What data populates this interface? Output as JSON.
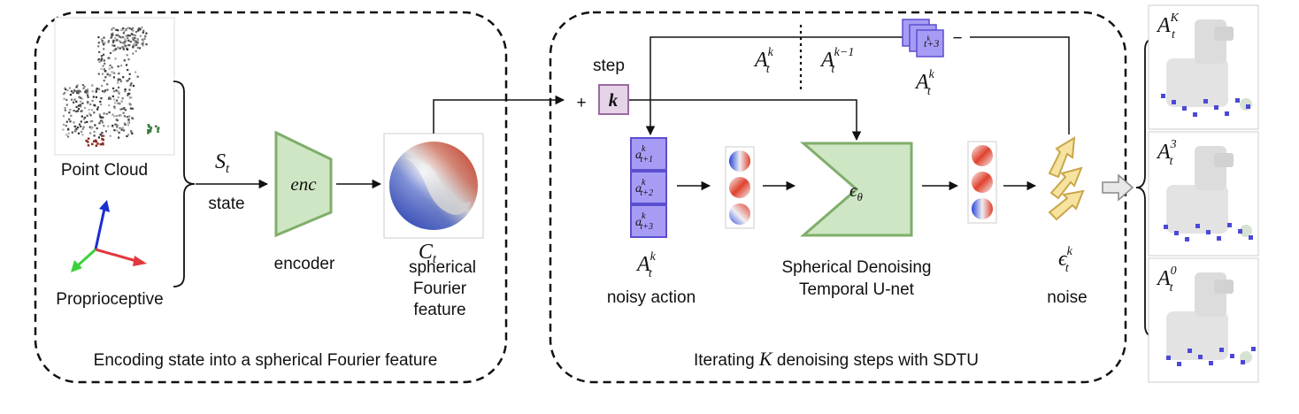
{
  "left_panel": {
    "input_pointcloud": "Point Cloud",
    "input_proprio": "Proprioceptive",
    "state_var": "S",
    "state_sub": "t",
    "state_label": "state",
    "encoder_text": "enc",
    "encoder_label": "encoder",
    "feature_var": "C",
    "feature_sub": "t",
    "feature_label_1": "spherical",
    "feature_label_2": "Fourier",
    "feature_label_3": "feature",
    "caption": "Encoding state into a spherical Fourier feature"
  },
  "right_panel": {
    "step_label": "step",
    "plus": "+",
    "step_var": "k",
    "action_cells": [
      {
        "sub": "t+1",
        "sup": "k"
      },
      {
        "sub": "t+2",
        "sup": "k"
      },
      {
        "sub": "t+3",
        "sup": "k"
      }
    ],
    "noisy_var": "A",
    "noisy_sup": "k",
    "noisy_sub": "t",
    "noisy_label": "noisy action",
    "unet_var": "ϵ",
    "unet_sub": "θ",
    "unet_label_1": "Spherical Denoising",
    "unet_label_2": "Temporal U-net",
    "noise_var": "ϵ",
    "noise_sup": "k",
    "noise_sub": "t",
    "noise_label": "noise",
    "feedback_left_var": "A",
    "feedback_left_sup": "k",
    "feedback_left_sub": "t",
    "feedback_right_var": "A",
    "feedback_right_sup": "k−1",
    "feedback_right_sub": "t",
    "stack_cell_sub": "t+3",
    "stack_cell_sup": "k",
    "stack_var": "A",
    "stack_sup": "k",
    "stack_sub": "t",
    "minus": "−",
    "caption_pre": "Iterating",
    "caption_var": "K",
    "caption_post": "denoising steps with SDTU"
  },
  "results": [
    {
      "var": "A",
      "sup": "K",
      "sub": "t"
    },
    {
      "var": "A",
      "sup": "3",
      "sub": "t"
    },
    {
      "var": "A",
      "sup": "0",
      "sub": "t"
    }
  ],
  "colors": {
    "encoder_fill": "#cfe6c4",
    "encoder_stroke": "#7fae6a",
    "action_fill": "#a79cf5",
    "action_stroke": "#5b4fd0",
    "step_fill": "#e6d3e8",
    "step_stroke": "#9a6aa0",
    "noise_fill": "#f6e3a0",
    "noise_stroke": "#c9a64a",
    "axis_x": "#e0393e",
    "axis_y": "#1a2fd0",
    "axis_z": "#3bd13b"
  }
}
